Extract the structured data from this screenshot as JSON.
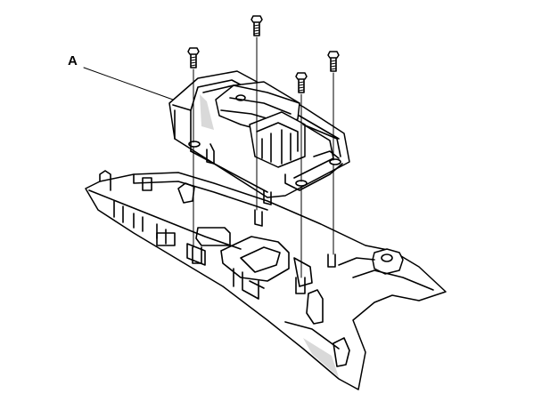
{
  "callout": {
    "label": "A"
  },
  "colors": {
    "line": "#000000",
    "shade": "#d9d9d9",
    "background": "#ffffff"
  },
  "parts": {
    "module": "control-module",
    "bracket": "mounting-bracket",
    "screws": [
      "screw",
      "screw",
      "screw",
      "screw"
    ]
  }
}
